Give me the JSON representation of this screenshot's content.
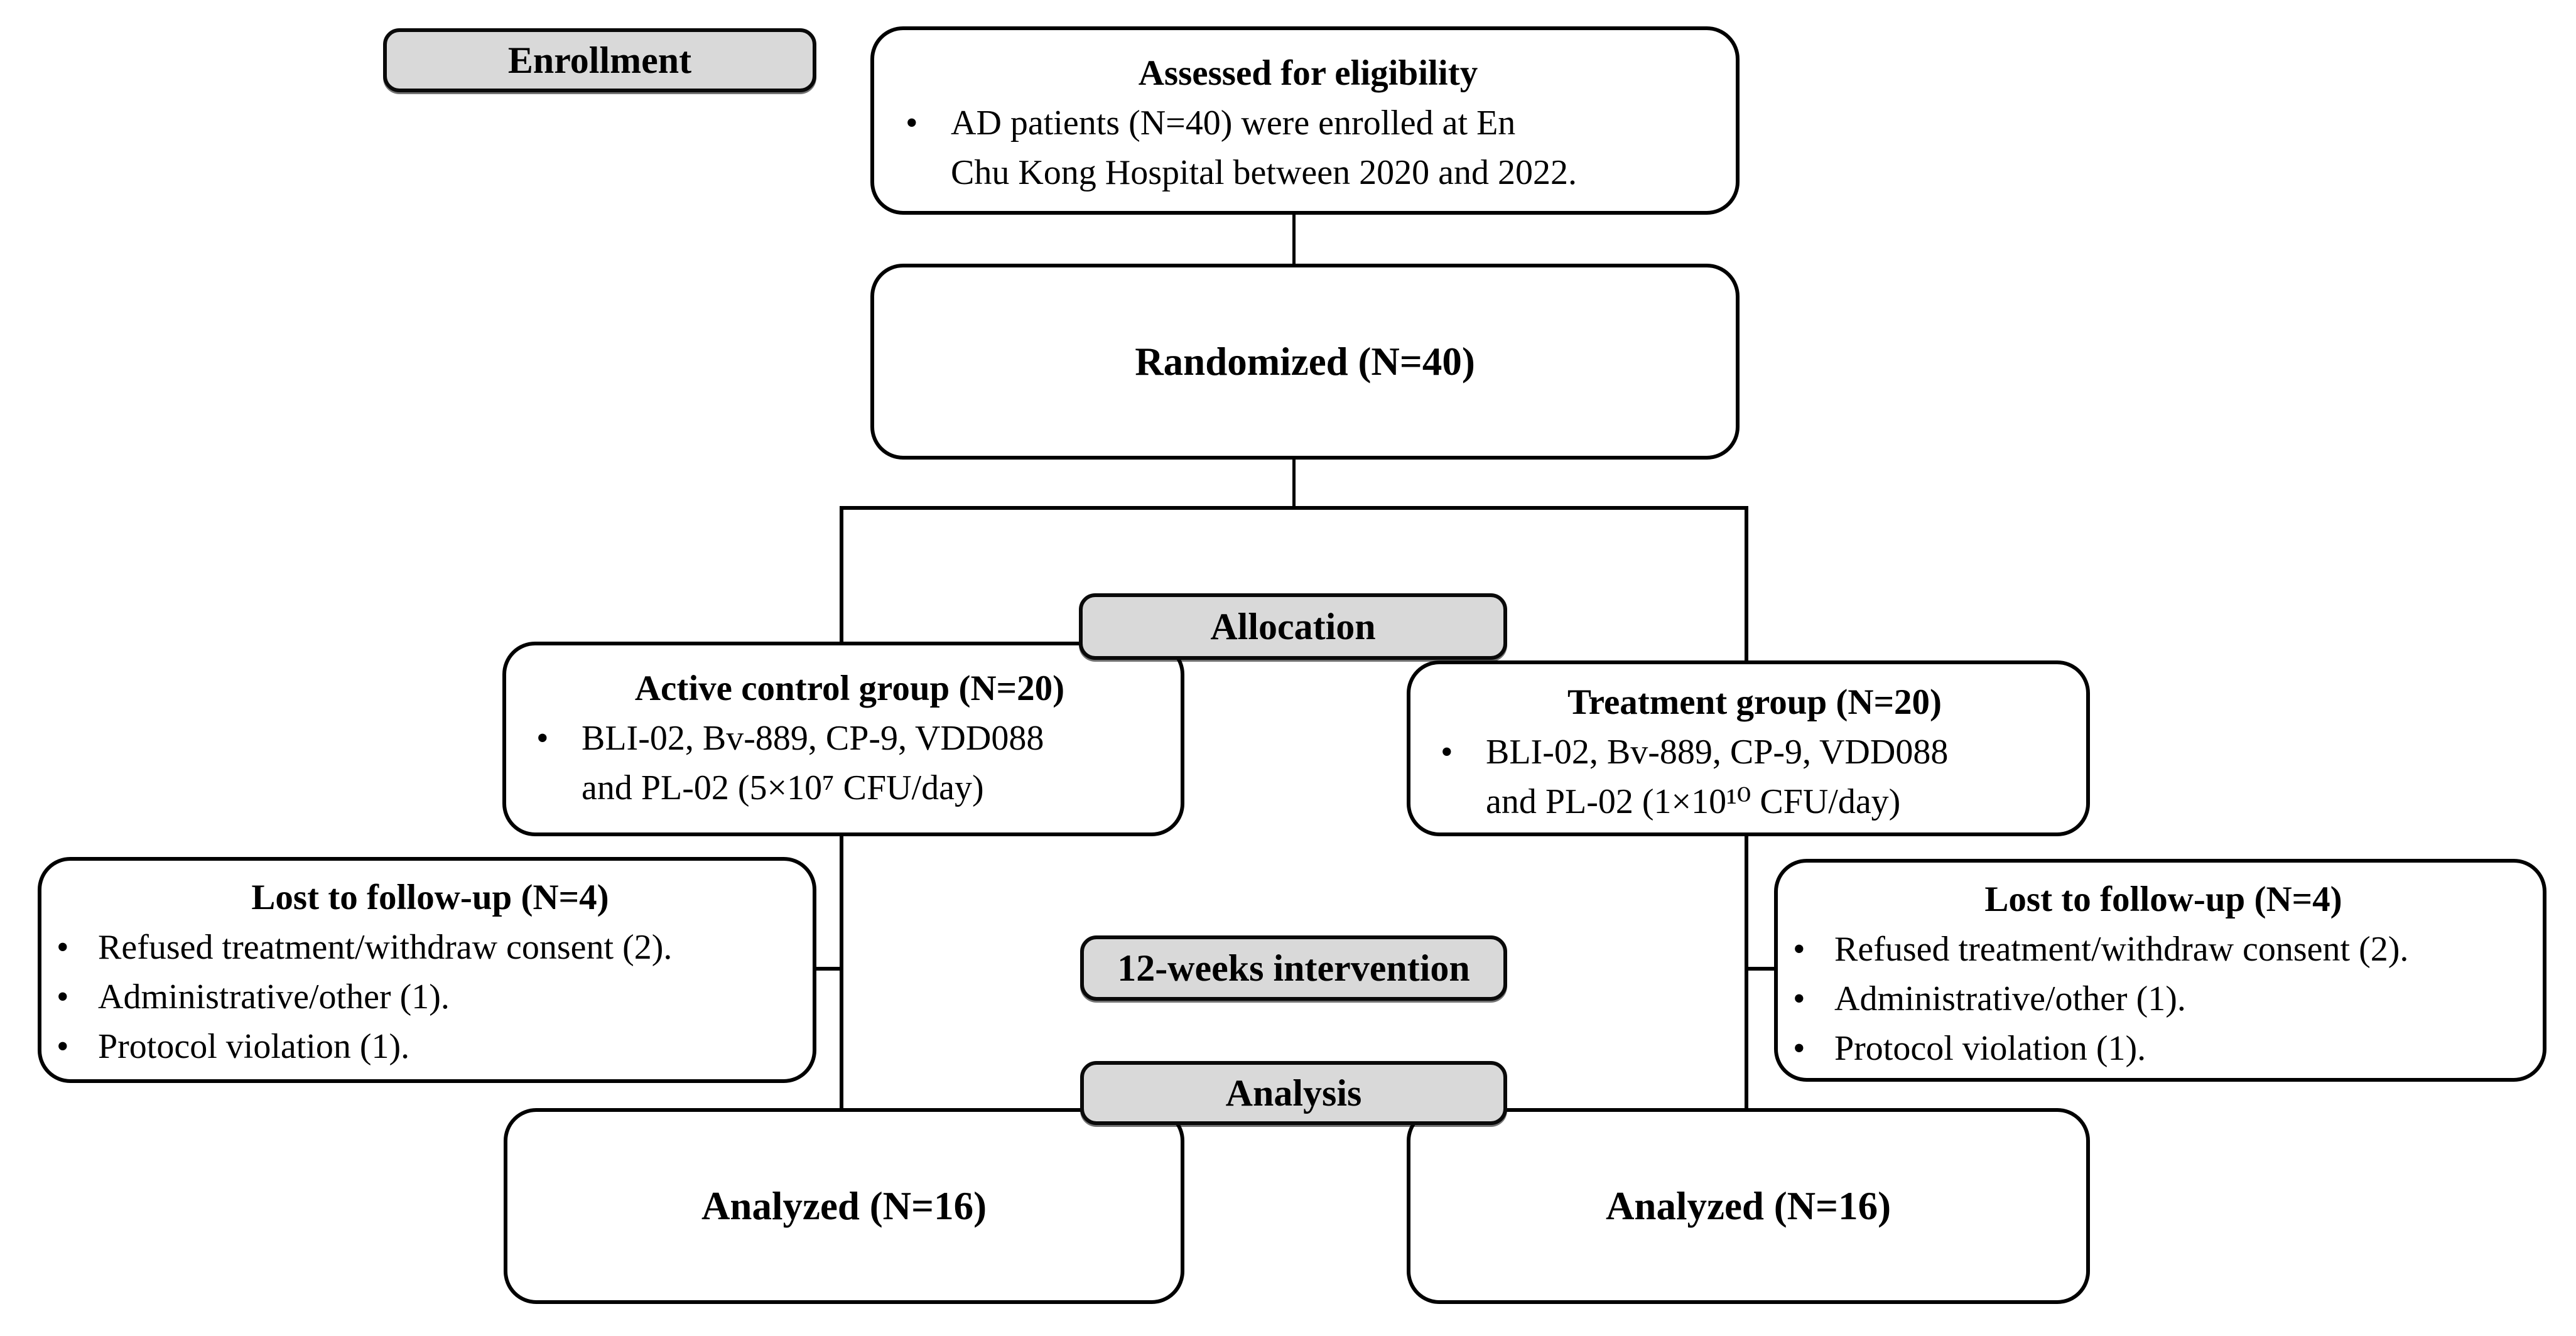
{
  "diagram": {
    "bullet_char": "•",
    "colors": {
      "label_fill": "#d9d9d9",
      "box_fill": "#ffffff",
      "line": "#000000"
    },
    "stage_labels": {
      "enrollment": "Enrollment",
      "allocation": "Allocation",
      "intervention": "12-weeks intervention",
      "analysis": "Analysis"
    },
    "boxes": {
      "assessed": {
        "title": "Assessed for eligibility",
        "bullets": [
          "AD patients (N=40) were enrolled at En\nChu Kong Hospital between 2020 and 2022."
        ]
      },
      "randomized": {
        "title": "Randomized (N=40)"
      },
      "active_control": {
        "title": "Active control group (N=20)",
        "bullets": [
          "BLI-02, Bv-889, CP-9, VDD088\nand PL-02 (5×10⁷ CFU/day)"
        ]
      },
      "treatment": {
        "title": "Treatment group (N=20)",
        "bullets": [
          "BLI-02, Bv-889, CP-9, VDD088\nand PL-02 (1×10¹⁰ CFU/day)"
        ]
      },
      "lost_left": {
        "title": "Lost to follow-up (N=4)",
        "bullets": [
          "Refused treatment/withdraw consent (2).",
          "Administrative/other (1).",
          "Protocol violation (1)."
        ]
      },
      "lost_right": {
        "title": "Lost to follow-up (N=4)",
        "bullets": [
          "Refused treatment/withdraw consent (2).",
          "Administrative/other (1).",
          "Protocol violation (1)."
        ]
      },
      "analyzed_left": {
        "title": "Analyzed (N=16)"
      },
      "analyzed_right": {
        "title": "Analyzed (N=16)"
      }
    }
  }
}
